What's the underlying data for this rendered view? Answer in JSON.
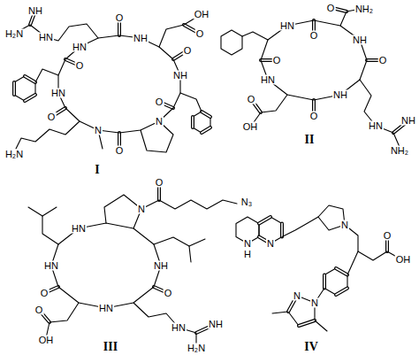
{
  "diagram": {
    "labels": [
      "H₂N",
      "NH",
      "HN",
      "O",
      "HN",
      "NH",
      "OH",
      "O",
      "O",
      "NH",
      "O",
      "N",
      "HN",
      "O",
      "O",
      "N",
      "O",
      "H₂N",
      "I",
      "O",
      "NH₂",
      "HN",
      "O",
      "NH",
      "O",
      "O",
      "HN",
      "NH",
      "O",
      "O",
      "HN",
      "NH",
      "OH",
      "NH₂",
      "II",
      "O",
      "N",
      "N₃",
      "HN",
      "NH",
      "HN",
      "O",
      "O",
      "HN",
      "O",
      "HN",
      "NH",
      "OH",
      "H₂N",
      "III",
      "N",
      "H",
      "N",
      "N",
      "O",
      "OH",
      "N",
      "N",
      "IV"
    ]
  }
}
